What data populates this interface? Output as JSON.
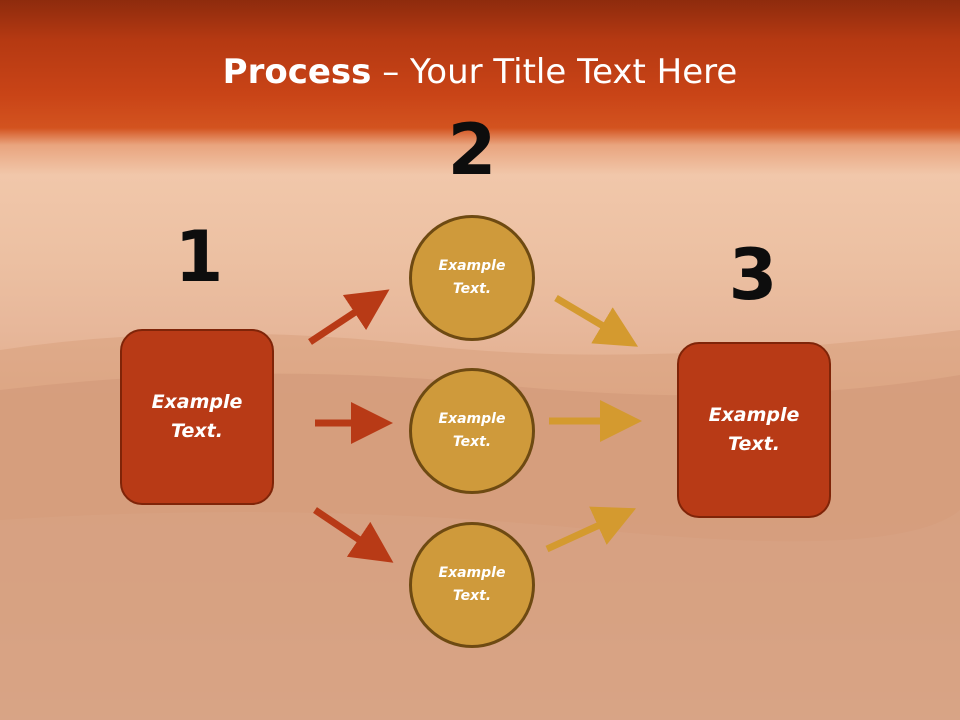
{
  "title": {
    "bold": "Process",
    "separator": " – ",
    "rest": "Your Title Text Here"
  },
  "steps": [
    {
      "number": "1",
      "label": "Example\nText."
    },
    {
      "number": "2",
      "items": [
        "Example\nText.",
        "Example\nText.",
        "Example\nText."
      ]
    },
    {
      "number": "3",
      "label": "Example\nText."
    }
  ],
  "colors": {
    "box": "#b83a16",
    "circle": "#cf9a3b",
    "arrow_left": "#b83a16",
    "arrow_right": "#d49a2f"
  }
}
